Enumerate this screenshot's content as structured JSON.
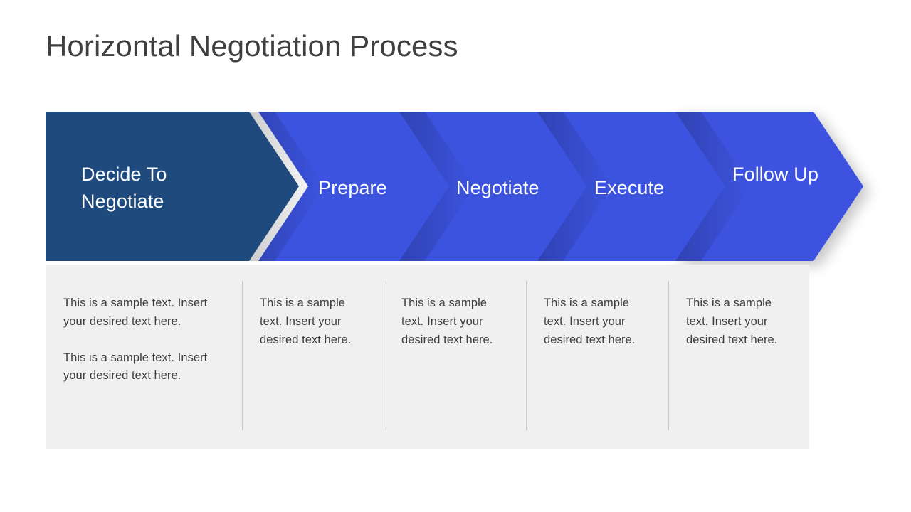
{
  "slide": {
    "title": "Horizontal Negotiation Process",
    "background_color": "#ffffff",
    "title_color": "#3f3f3f"
  },
  "colors": {
    "accent_dark": "#1f4a7d",
    "accent_blue": "#3c53df",
    "panel_gray": "#f0f0f0",
    "divider": "#c9c9c9",
    "body_text": "#3d3d3d"
  },
  "process": {
    "steps": [
      {
        "index": 1,
        "label": "Decide To Negotiate",
        "color": "#1f4a7d",
        "shape": "chevron-start"
      },
      {
        "index": 2,
        "label": "Prepare",
        "color": "#3c53df",
        "shape": "chevron"
      },
      {
        "index": 3,
        "label": "Negotiate",
        "color": "#3c53df",
        "shape": "chevron"
      },
      {
        "index": 4,
        "label": "Execute",
        "color": "#3c53df",
        "shape": "chevron"
      },
      {
        "index": 5,
        "label": "Follow Up",
        "color": "#3c53df",
        "shape": "chevron-end"
      }
    ]
  },
  "descriptions": {
    "columns": [
      {
        "step": "Decide To Negotiate",
        "paragraphs": [
          "This is a sample text. Insert your desired text here.",
          "This is a sample text. Insert your desired text here."
        ]
      },
      {
        "step": "Prepare",
        "paragraphs": [
          "This is a sample text. Insert your desired text here."
        ]
      },
      {
        "step": "Negotiate",
        "paragraphs": [
          "This is a sample text. Insert your desired text here."
        ]
      },
      {
        "step": "Execute",
        "paragraphs": [
          "This is a sample text. Insert your desired text here."
        ]
      },
      {
        "step": "Follow Up",
        "paragraphs": [
          "This is a sample text. Insert your desired text here."
        ]
      }
    ]
  }
}
